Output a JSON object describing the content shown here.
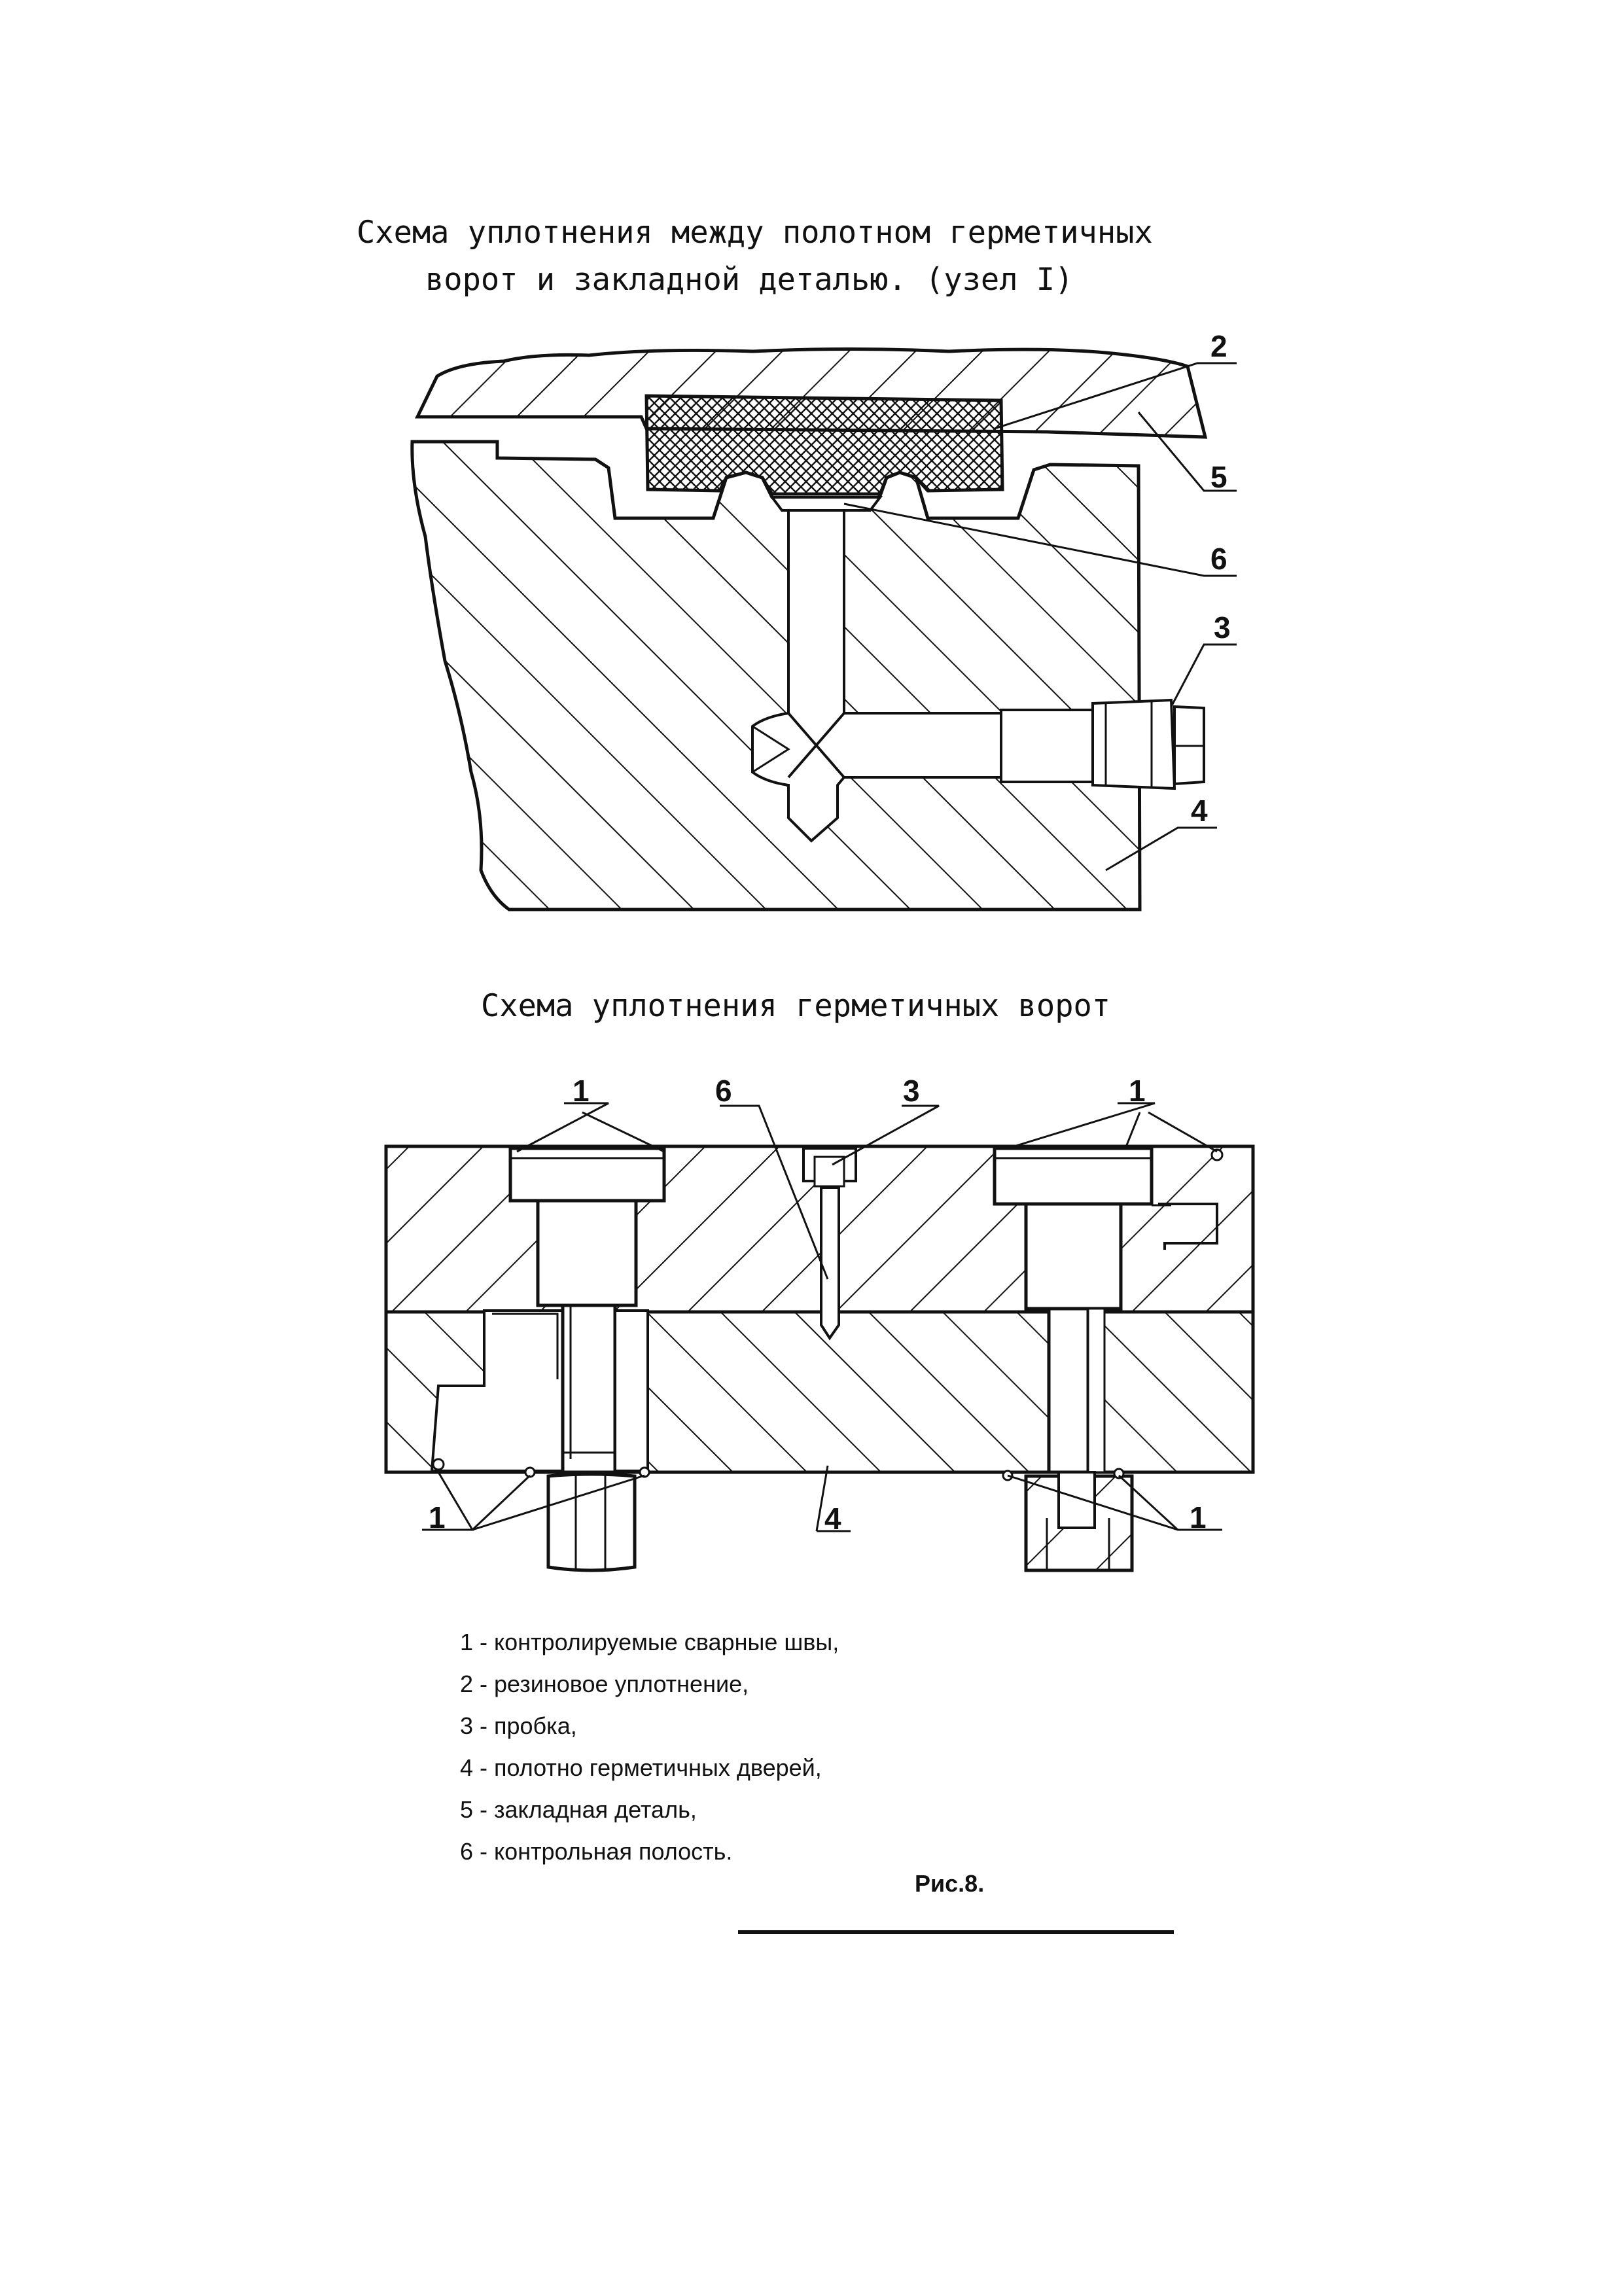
{
  "diagram1": {
    "title_line1": "Схема уплотнения между полотном герметичных",
    "title_line2": "ворот и закладной деталью. (узел I)",
    "labels": [
      "2",
      "5",
      "6",
      "3",
      "4"
    ]
  },
  "diagram2": {
    "title": "Схема уплотнения герметичных ворот",
    "labels": [
      "1",
      "6",
      "3",
      "1",
      "1",
      "4",
      "1"
    ]
  },
  "legend": [
    "1 - контролируемые сварные швы,",
    "2 - резиновое уплотнение,",
    "3 - пробка,",
    "4 - полотно герметичных дверей,",
    "5 - закладная деталь,",
    "6 - контрольная полость."
  ],
  "figure_caption": "Рис.8.",
  "colors": {
    "ink": "#111111",
    "paper": "#ffffff"
  }
}
